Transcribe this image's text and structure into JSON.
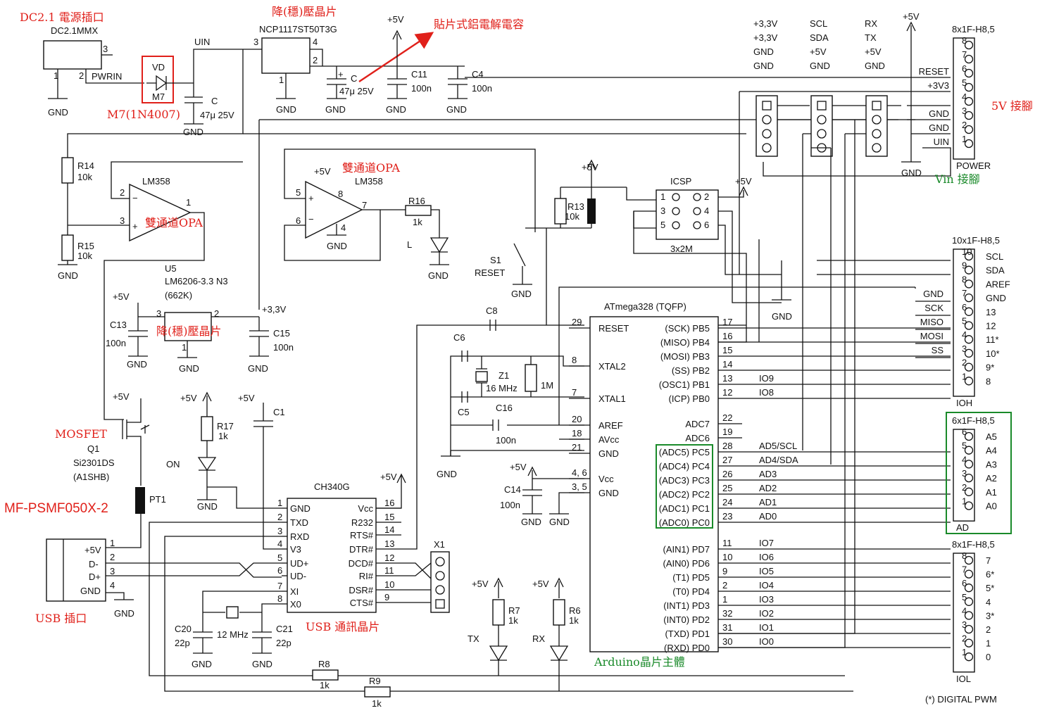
{
  "annotations": {
    "dc_jack": "DC2.1 電源插口",
    "diode": "M7(1N4007)",
    "regulator_top": "降(穩)壓晶片",
    "smd_cap": "貼片式鋁電解電容",
    "five_v_pins": "5V 接腳",
    "vin_pins": "Vin 接腳",
    "opa_top": "雙通道OPA",
    "opa_left": "雙通道OPA",
    "regulator_mid": "降(穩)壓晶片",
    "mosfet": "MOSFET",
    "polyfuse": "MF-PSMF050X-2",
    "usb_jack": "USB 插口",
    "usb_chip": "USB 通訊晶片",
    "arduino_chip": "Arduino晶片主體"
  },
  "labels": {
    "dc_part": "DC2.1MMX",
    "pwrin": "PWRIN",
    "uin": "UIN",
    "vd": "VD",
    "m7": "M7",
    "ncp": "NCP1117ST50T3G",
    "c_main": "C",
    "c_main_val": "47μ 25V",
    "c_smd": "C",
    "c_smd_val": "47μ 25V",
    "c11": "C11",
    "c11_val": "100n",
    "c4": "C4",
    "c4_val": "100n",
    "plus5v": "+5V",
    "gnd": "GND",
    "r14": "R14",
    "r15": "R15",
    "r16": "R16",
    "r17": "R17",
    "r13": "R13",
    "r7": "R7",
    "r6": "R6",
    "r8": "R8",
    "r9": "R9",
    "k10": "10k",
    "k1": "1k",
    "lm358": "LM358",
    "u5": "U5",
    "lm6206": "LM6206-3.3 N3",
    "lm6206_code": "(662K)",
    "plus33v": "+3,3V",
    "c13": "C13",
    "c15": "C15",
    "n100": "100n",
    "led_l": "L",
    "s1": "S1",
    "reset": "RESET",
    "icsp": "ICSP",
    "icsp_size": "3x2M",
    "c8": "C8",
    "c6": "C6",
    "c5": "C5",
    "c16": "C16",
    "z1": "Z1",
    "z1_val": "16 MHz",
    "r_1m": "1M",
    "c14": "C14",
    "atmega": "ATmega328 (TQFP)",
    "q1": "Q1",
    "si2301": "Si2301DS",
    "a1shb": "(A1SHB)",
    "pt1": "PT1",
    "ch340": "CH340G",
    "c1": "C1",
    "led_on": "ON",
    "x1": "X1",
    "c20": "C20",
    "c21": "C21",
    "p22": "22p",
    "mhz12": "12 MHz",
    "tx": "TX",
    "rx": "RX",
    "usb_5v": "+5V",
    "usb_dm": "D-",
    "usb_dp": "D+",
    "usb_gnd": "GND",
    "digital_pwm": "(*) DIGITAL PWM"
  },
  "power_header": {
    "title": "8x1F-H8,5",
    "name": "POWER",
    "pin_labels": [
      "RESET",
      "+3V3",
      "GND",
      "GND",
      "UIN"
    ],
    "side_cols": [
      [
        "+3,3V",
        "+3,3V",
        "GND",
        "GND"
      ],
      [
        "SCL",
        "SDA",
        "+5V",
        "GND"
      ],
      [
        "RX",
        "TX",
        "+5V",
        "GND"
      ]
    ]
  },
  "ioh_header": {
    "title": "10x1F-H8,5",
    "name": "IOH",
    "right": [
      "SCL",
      "SDA",
      "AREF",
      "GND",
      "13",
      "12",
      "11*",
      "10*",
      "9*",
      "8"
    ],
    "left": [
      "GND",
      "SCK",
      "MISO",
      "MOSI",
      "SS"
    ]
  },
  "ad_header": {
    "title": "6x1F-H8,5",
    "name": "AD",
    "right": [
      "A5",
      "A4",
      "A3",
      "A2",
      "A1",
      "A0"
    ]
  },
  "iol_header": {
    "title": "8x1F-H8,5",
    "name": "IOL",
    "right": [
      "7",
      "6*",
      "5*",
      "4",
      "3*",
      "2",
      "1",
      "0"
    ]
  },
  "atmega_left_pins": [
    {
      "num": "29",
      "name": "RESET"
    },
    {
      "num": "8",
      "name": "XTAL2"
    },
    {
      "num": "7",
      "name": "XTAL1"
    },
    {
      "num": "20",
      "name": "AREF"
    },
    {
      "num": "18",
      "name": "AVcc"
    },
    {
      "num": "21",
      "name": "GND"
    },
    {
      "num": "4, 6",
      "name": "Vcc"
    },
    {
      "num": "3, 5",
      "name": "GND"
    }
  ],
  "atmega_right_pins": [
    {
      "num": "17",
      "name": "(SCK) PB5",
      "net": ""
    },
    {
      "num": "16",
      "name": "(MISO) PB4",
      "net": ""
    },
    {
      "num": "15",
      "name": "(MOSI) PB3",
      "net": ""
    },
    {
      "num": "14",
      "name": "(SS) PB2",
      "net": ""
    },
    {
      "num": "13",
      "name": "(OSC1) PB1",
      "net": "IO9"
    },
    {
      "num": "12",
      "name": "(ICP) PB0",
      "net": "IO8"
    },
    {
      "num": "22",
      "name": "ADC7",
      "net": ""
    },
    {
      "num": "19",
      "name": "ADC6",
      "net": ""
    },
    {
      "num": "28",
      "name": "(ADC5) PC5",
      "net": "AD5/SCL"
    },
    {
      "num": "27",
      "name": "(ADC4) PC4",
      "net": "AD4/SDA"
    },
    {
      "num": "26",
      "name": "(ADC3) PC3",
      "net": "AD3"
    },
    {
      "num": "25",
      "name": "(ADC2) PC2",
      "net": "AD2"
    },
    {
      "num": "24",
      "name": "(ADC1) PC1",
      "net": "AD1"
    },
    {
      "num": "23",
      "name": "(ADC0) PC0",
      "net": "AD0"
    },
    {
      "num": "11",
      "name": "(AIN1) PD7",
      "net": "IO7"
    },
    {
      "num": "10",
      "name": "(AIN0) PD6",
      "net": "IO6"
    },
    {
      "num": "9",
      "name": "(T1) PD5",
      "net": "IO5"
    },
    {
      "num": "2",
      "name": "(T0) PD4",
      "net": "IO4"
    },
    {
      "num": "1",
      "name": "(INT1) PD3",
      "net": "IO3"
    },
    {
      "num": "32",
      "name": "(INT0) PD2",
      "net": "IO2"
    },
    {
      "num": "31",
      "name": "(TXD) PD1",
      "net": "IO1"
    },
    {
      "num": "30",
      "name": "(RXD) PD0",
      "net": "IO0"
    }
  ],
  "ch340_left": [
    {
      "num": "1",
      "name": "GND"
    },
    {
      "num": "2",
      "name": "TXD"
    },
    {
      "num": "3",
      "name": "RXD"
    },
    {
      "num": "4",
      "name": "V3"
    },
    {
      "num": "5",
      "name": "UD+"
    },
    {
      "num": "6",
      "name": "UD-"
    },
    {
      "num": "7",
      "name": "XI"
    },
    {
      "num": "8",
      "name": "X0"
    }
  ],
  "ch340_right": [
    {
      "num": "16",
      "name": "Vcc"
    },
    {
      "num": "15",
      "name": "R232"
    },
    {
      "num": "14",
      "name": "RTS#"
    },
    {
      "num": "13",
      "name": "DTR#"
    },
    {
      "num": "12",
      "name": "DCD#"
    },
    {
      "num": "11",
      "name": "RI#"
    },
    {
      "num": "10",
      "name": "DSR#"
    },
    {
      "num": "9",
      "name": "CTS#"
    }
  ]
}
